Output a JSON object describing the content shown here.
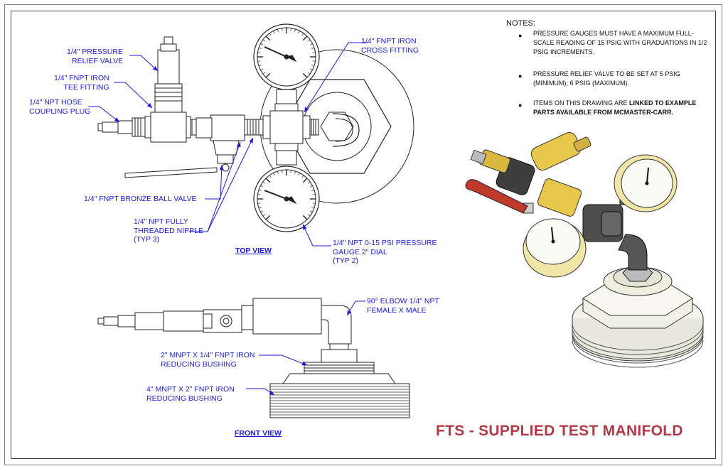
{
  "labels": {
    "relief_valve": [
      "1/4\" PRESSURE",
      "RELIEF VALVE"
    ],
    "tee_fitting": [
      "1/4\" FNPT IRON",
      "TEE FITTING"
    ],
    "hose_plug": [
      "1/4\" NPT HOSE",
      "COUPLING PLUG"
    ],
    "cross_fitting": [
      "1/4\" FNPT IRON",
      "CROSS FITTING"
    ],
    "ball_valve": "1/4\" FNPT BRONZE BALL VALVE",
    "nipple": [
      "1/4\" NPT FULLY",
      "THREADED NIPPLE",
      "(TYP 3)"
    ],
    "gauge": [
      "1/4\" NPT 0-15 PSI PRESSURE",
      "GAUGE 2\" DIAL",
      "(TYP 2)"
    ],
    "elbow": [
      "90° ELBOW 1/4\" NPT",
      "FEMALE X MALE"
    ],
    "bushing_small": [
      "2\" MNPT X 1/4\" FNPT IRON",
      "REDUCING BUSHING"
    ],
    "bushing_large": [
      "4\" MNPT X 2\" FNPT IRON",
      "REDUCING BUSHING"
    ]
  },
  "views": {
    "top": "TOP VIEW",
    "front": "FRONT VIEW"
  },
  "notes": {
    "heading": "NOTES:",
    "items": [
      "PRESSURE GAUGES MUST HAVE A MAXIMUM FULL-SCALE READING OF 15 PSIG WITH GRADUATIONS IN 1/2 PSIG INCREMENTS.",
      "PRESSURE RELIEF VALVE TO BE SET AT 5 PSIG (MINIMUM); 6 PSIG (MAXIMUM).",
      "ITEMS ON THIS DRAWING ARE"
    ],
    "item3_bold": "LINKED TO EXAMPLE PARTS AVAILABLE FROM MCMASTER-CARR."
  },
  "title": "FTS - SUPPLIED TEST MANIFOLD",
  "colors": {
    "label_blue": "#1a1adc",
    "title_red": "#b23a48",
    "handle_red": "#c0392b",
    "brass": "#e8c84a",
    "gauge_face": "#f1e6a8"
  }
}
